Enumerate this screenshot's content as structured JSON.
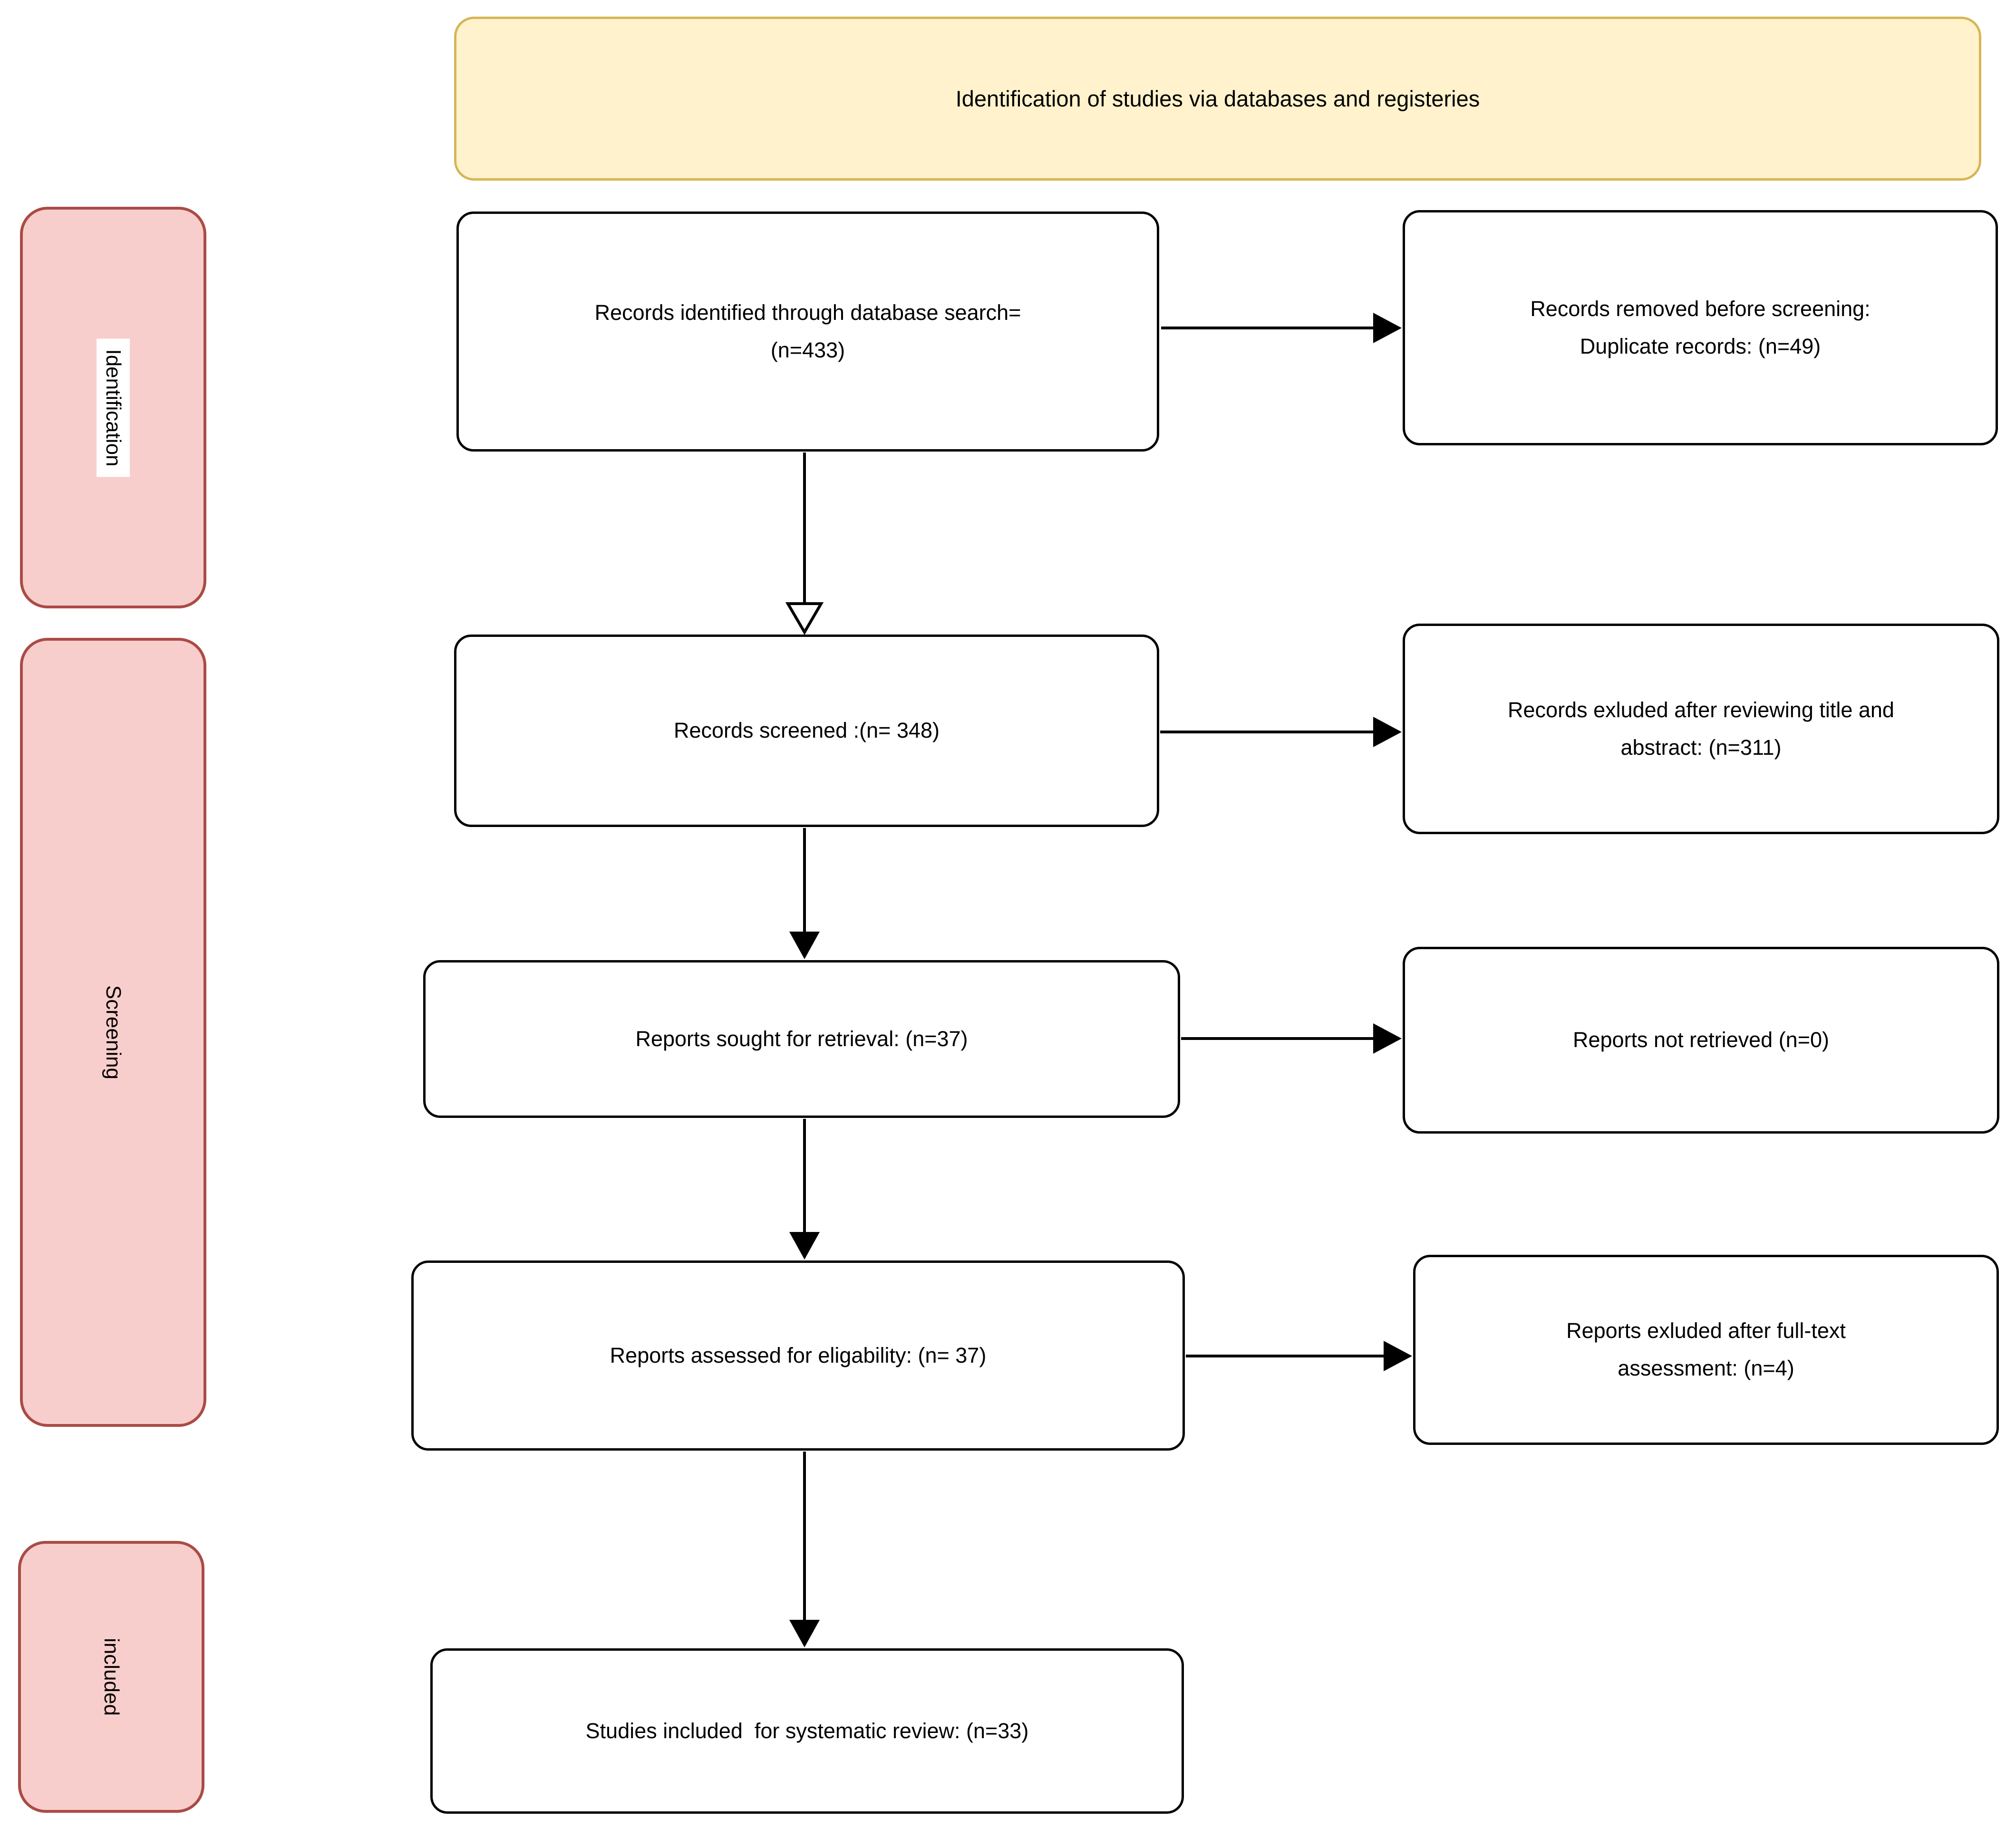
{
  "banner": {
    "title": "Identification of studies via databases and registeries"
  },
  "side_labels": [
    {
      "label": "Identification"
    },
    {
      "label": "Screening"
    },
    {
      "label": "included"
    }
  ],
  "flow": {
    "main": [
      {
        "lines": [
          "Records identified through database search=",
          "(n=433)"
        ]
      },
      {
        "lines": [
          "Records screened :(n= 348)"
        ]
      },
      {
        "lines": [
          "Reports sought for retrieval: (n=37)"
        ]
      },
      {
        "lines": [
          "Reports assessed for eligability: (n= 37)"
        ]
      },
      {
        "lines": [
          "Studies included  for systematic review: (n=33)"
        ]
      }
    ],
    "side": [
      {
        "lines": [
          "Records removed before screening:",
          "Duplicate records: (n=49)"
        ]
      },
      {
        "lines": [
          "Records exluded after reviewing title and",
          "abstract: (n=311)"
        ]
      },
      {
        "lines": [
          "Reports not retrieved (n=0)"
        ]
      },
      {
        "lines": [
          "Reports exluded after full-text",
          "assessment: (n=4)"
        ]
      }
    ]
  },
  "colors": {
    "banner_fill": "#fff2cc",
    "banner_border": "#d6b656",
    "stage_fill": "#f8cecc",
    "stage_border": "#aa4b46",
    "box_fill": "#ffffff",
    "box_border": "#000000",
    "text": "#000000"
  }
}
